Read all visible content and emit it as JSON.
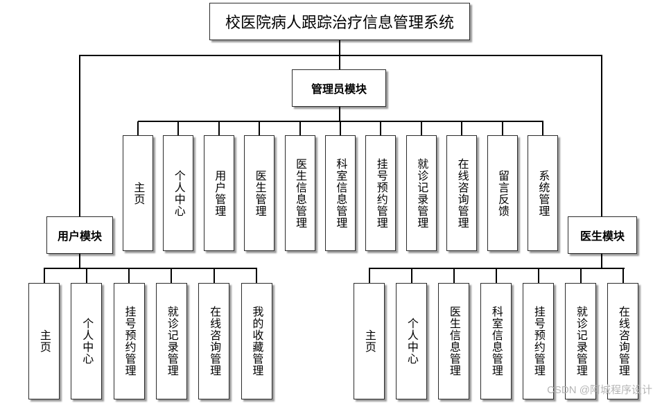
{
  "root": {
    "title": "校医院病人跟踪治疗信息管理系统"
  },
  "admin_module": {
    "title": "管理员模块",
    "items": [
      "主页",
      "个人中心",
      "用户管理",
      "医生管理",
      "医生信息管理",
      "科室信息管理",
      "挂号预约管理",
      "就诊记录管理",
      "在线咨询管理",
      "留言反馈",
      "系统管理"
    ]
  },
  "user_module": {
    "title": "用户模块",
    "items": [
      "主页",
      "个人中心",
      "挂号预约管理",
      "就诊记录管理",
      "在线咨询管理",
      "我的收藏管理"
    ]
  },
  "doctor_module": {
    "title": "医生模块",
    "items": [
      "主页",
      "个人中心",
      "医生信息管理",
      "科室信息管理",
      "挂号预约管理",
      "就诊记录管理",
      "在线咨询管理"
    ]
  },
  "watermark": "CSDN @阿城程序设计"
}
